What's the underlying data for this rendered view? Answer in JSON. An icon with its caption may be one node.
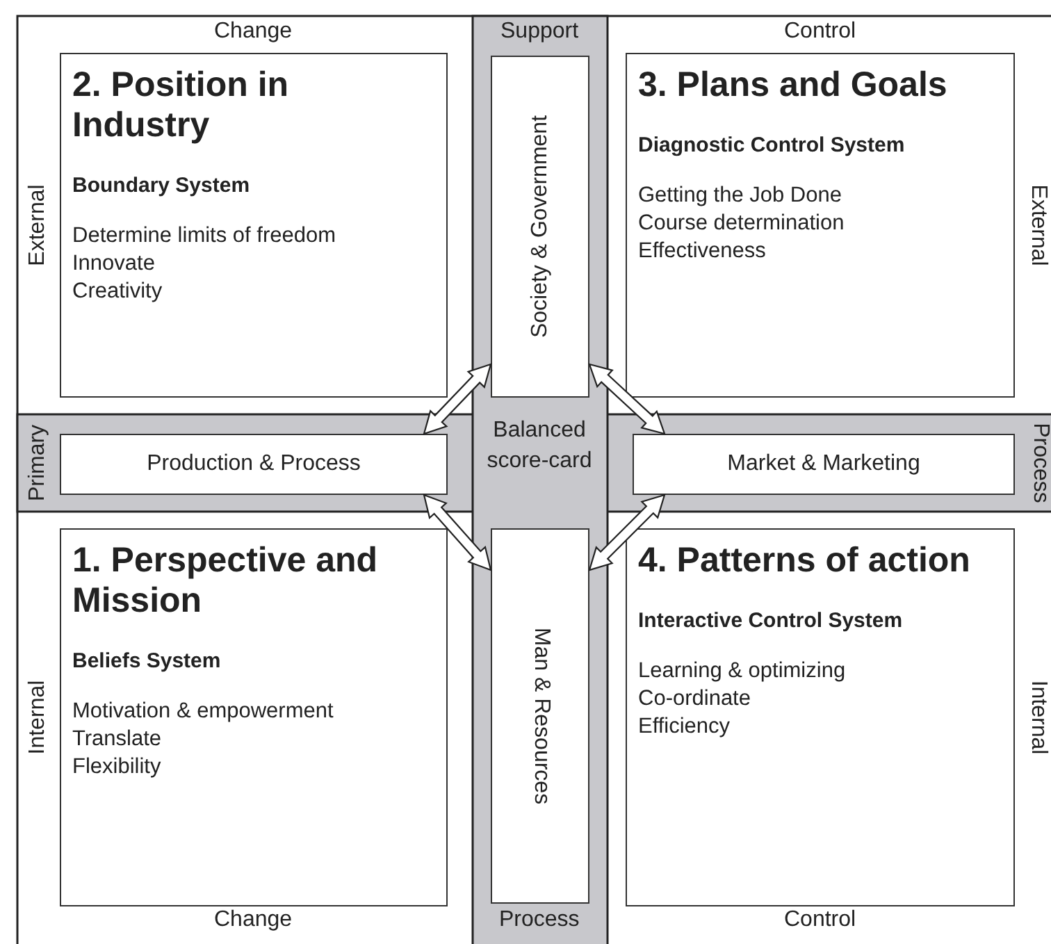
{
  "diagram": {
    "nodes": [
      {
        "text": [
          "2. Position in Industry",
          "Boundary System",
          "Determine limits of freedom",
          "Innovate",
          "Creativity"
        ]
      },
      {
        "text": [
          "Society & Government"
        ]
      },
      {
        "text": [
          "3. Plans and Goals",
          "Diagnostic Control System",
          "Getting the Job Done",
          "Course determination",
          "Effectiveness"
        ]
      },
      {
        "text": [
          "Production & Process"
        ]
      },
      {
        "text": [
          "Market & Marketing"
        ]
      },
      {
        "text": [
          "1. Perspective and Mission",
          "Beliefs System",
          "Motivation & empowerment",
          "Translate",
          "Flexibility"
        ]
      },
      {
        "text": [
          "Man & Resources"
        ]
      },
      {
        "text": [
          "4. Patterns of action",
          "Interactive Control System",
          "Learning & optimizing",
          "Co-ordinate",
          "Efficiency"
        ]
      }
    ],
    "edges": [
      {
        "from": 1,
        "to": 3,
        "arrow": "both"
      },
      {
        "from": 1,
        "to": 4,
        "arrow": "both"
      },
      {
        "from": 3,
        "to": 6,
        "arrow": "both"
      },
      {
        "from": 4,
        "to": 6,
        "arrow": "both"
      }
    ],
    "labels": [
      "Change",
      "Support",
      "Control",
      "External",
      "External",
      "Primary",
      "Balanced score-card",
      "Process",
      "Internal",
      "Internal",
      "Change",
      "Process",
      "Control"
    ]
  }
}
